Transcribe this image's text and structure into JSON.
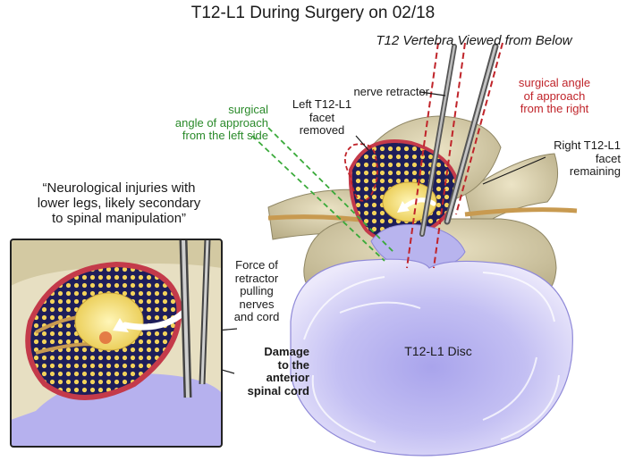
{
  "title": "T12-L1 During Surgery on 02/18",
  "subtitle": "T12 Vertebra Viewed from Below",
  "labels": {
    "nerve_retractor": "nerve retractor",
    "surgical_right": [
      "surgical angle",
      "of approach",
      "from the right"
    ],
    "surgical_left": [
      "surgical",
      "angle of approach",
      "from the left side"
    ],
    "left_facet": [
      "Left T12-L1",
      "facet",
      "removed"
    ],
    "right_facet": [
      "Right T12-L1",
      "facet",
      "remaining"
    ],
    "quote": [
      "“Neurological injuries with",
      "lower legs, likely secondary",
      "to spinal manipulation”"
    ],
    "force": [
      "Force of",
      "retractor",
      "pulling",
      "nerves",
      "and cord"
    ],
    "damage": [
      "Damage",
      "to the",
      "anterior",
      "spinal cord"
    ],
    "disc": "T12-L1 Disc"
  },
  "colors": {
    "green_annotation": "#2a8a2a",
    "red_annotation": "#c0242a",
    "disc": "#c9c6f2",
    "bone": "#d8cfae",
    "canal_outline": "#c43a4a",
    "canal_fill": "#1e1e5a",
    "spinal_cord": "#f6e27a",
    "fat_dots": "#f3d35a"
  }
}
